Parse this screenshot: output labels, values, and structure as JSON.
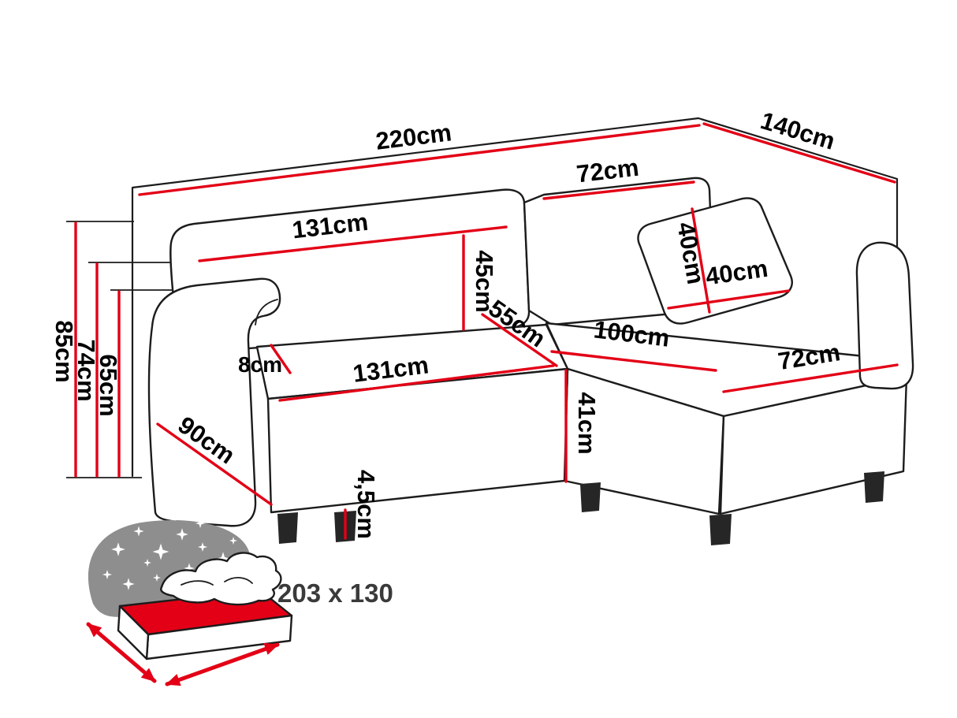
{
  "meta": {
    "type": "furniture dimension diagram",
    "subject": "corner sofa bed"
  },
  "colors": {
    "dimension_line": "#e30016",
    "outline": "#1c1c1c",
    "icon_gray": "#8e8e8e",
    "label": "#000000",
    "sleeping_label": "#3a3a3a"
  },
  "dims": {
    "total_width": "220cm",
    "total_depth": "140cm",
    "height_back": "85cm",
    "height_armrest": "74cm",
    "height_seat_back": "65cm",
    "backrest_width": "131cm",
    "corner_back_top": "72cm",
    "back_cushion_height": "45cm",
    "pillow_height": "40cm",
    "pillow_width": "40cm",
    "seat_depth": "55cm",
    "chaise_length": "100cm",
    "armrest_top": "8cm",
    "seat_width": "131cm",
    "seat_front_height": "41cm",
    "chaise_width": "72cm",
    "armrest_depth": "90cm",
    "leg_height": "4,5cm"
  },
  "sleeping": {
    "label": "203 x 130"
  }
}
